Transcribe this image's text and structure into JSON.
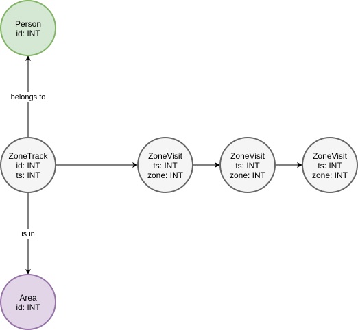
{
  "colors": {
    "person_fill": "#d5e8d4",
    "person_stroke": "#82b366",
    "neutral_fill": "#f5f5f5",
    "neutral_stroke": "#666666",
    "area_fill": "#e1d5e7",
    "area_stroke": "#9673a6",
    "edge": "#000000"
  },
  "nodes": {
    "person": {
      "lines": [
        "Person",
        "id: INT"
      ]
    },
    "zonetrack": {
      "lines": [
        "ZoneTrack",
        "id: INT",
        "ts: INT"
      ]
    },
    "zonevisit_1": {
      "lines": [
        "ZoneVisit",
        "ts: INT",
        "zone: INT"
      ]
    },
    "zonevisit_2": {
      "lines": [
        "ZoneVisit",
        "ts: INT",
        "zone: INT"
      ]
    },
    "zonevisit_3": {
      "lines": [
        "ZoneVisit",
        "ts: INT",
        "zone: INT"
      ]
    },
    "area": {
      "lines": [
        "Area",
        "id: INT"
      ]
    }
  },
  "edges": {
    "belongs_to": {
      "label": "belongs to"
    },
    "is_in": {
      "label": "is in"
    }
  }
}
